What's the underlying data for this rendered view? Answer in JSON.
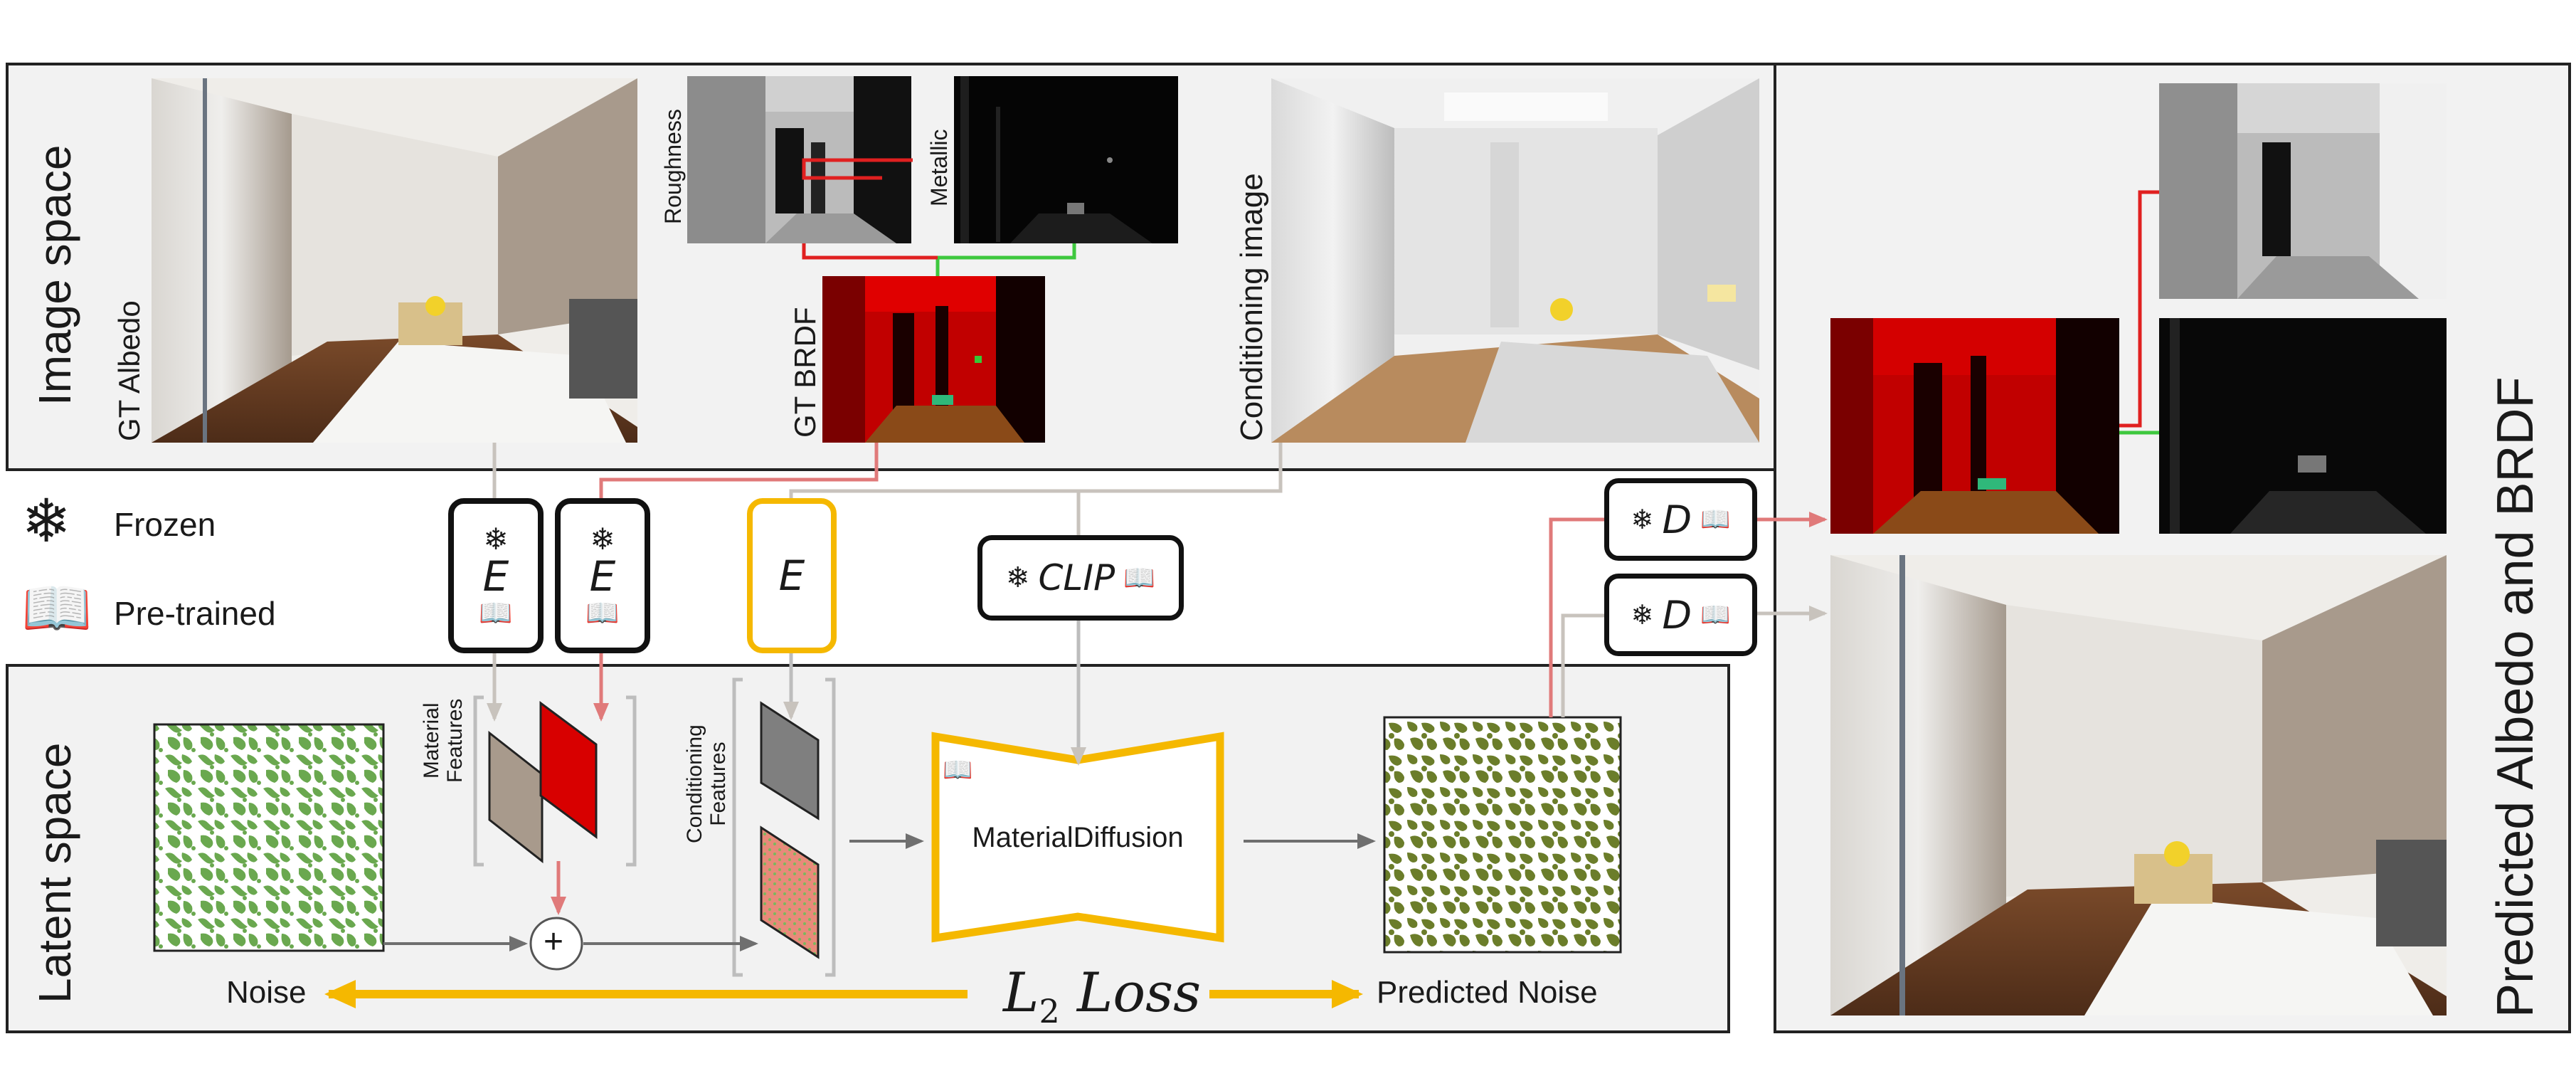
{
  "sections": {
    "image_space": "Image space",
    "latent_space": "Latent space",
    "predicted": "Predicted Albedo and BRDF"
  },
  "images": {
    "gt_albedo": "GT Albedo",
    "roughness": "Roughness",
    "metallic": "Metallic",
    "gt_brdf": "GT BRDF",
    "conditioning_image": "Conditioning image"
  },
  "legend": {
    "frozen": "Frozen",
    "pretrained": "Pre-trained",
    "frozen_icon": "snowflake-icon",
    "pretrained_icon": "open-book-icon"
  },
  "modules": {
    "encoder": "E",
    "clip": "CLIP",
    "decoder": "D",
    "unet": "MaterialDiffusion"
  },
  "features": {
    "material_line1": "Material",
    "material_line2": "Features",
    "conditioning_line1": "Conditioning",
    "conditioning_line2": "Features"
  },
  "labels": {
    "noise": "Noise",
    "predicted_noise": "Predicted Noise",
    "loss_main": "L",
    "loss_sub": "2",
    "loss_word": "Loss",
    "plus": "+"
  },
  "colors": {
    "albedo_path": "#c8c3bd",
    "brdf_path": "#e07a7a",
    "roughness_link": "#e02020",
    "metallic_link": "#3ec83e",
    "trainable_encoder": "#f5b800",
    "loss_arrow": "#f5b800",
    "frozen_border": "#111111",
    "noise_green": "#6aa84f",
    "predicted_noise_green": "#6b7d2a"
  }
}
